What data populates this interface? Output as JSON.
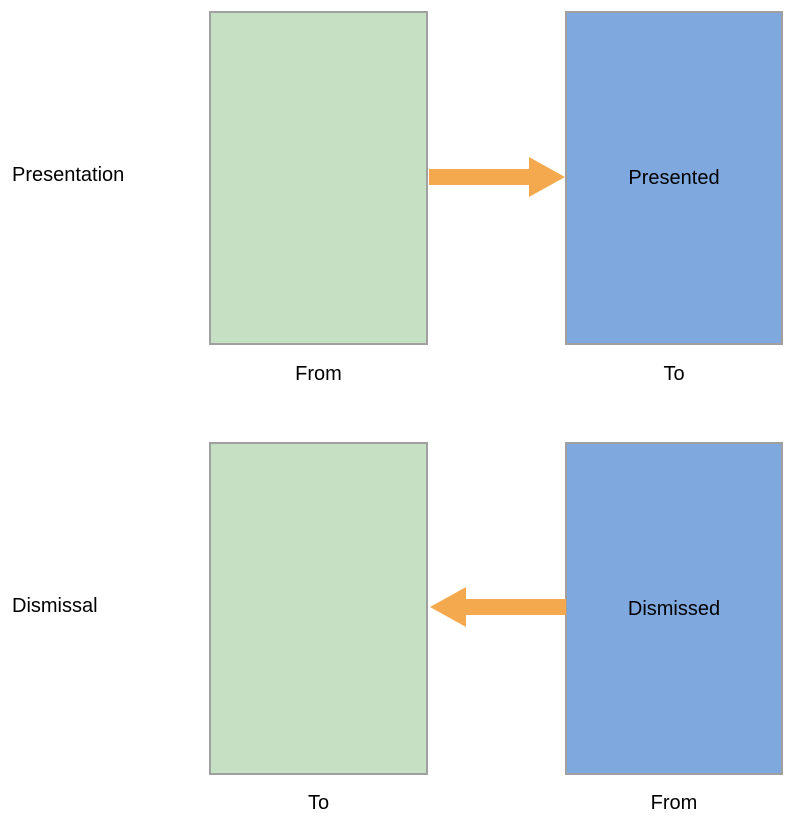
{
  "diagram": {
    "title": "",
    "background_color": "#ffffff",
    "colors": {
      "source_box_fill": "#c6e0c4",
      "target_box_fill": "#7fa9de",
      "box_border": "#a0a0a0",
      "arrow": "#f5a94e",
      "text": "#000000"
    },
    "rows": [
      {
        "id": "presentation",
        "title": "Presentation",
        "left_box": {
          "label": "",
          "caption": "From",
          "fill": "#c6e0c4",
          "role": "source"
        },
        "right_box": {
          "label": "Presented",
          "caption": "To",
          "fill": "#7fa9de",
          "role": "target"
        },
        "arrow": {
          "direction": "right",
          "color": "#f5a94e",
          "icon": "arrow-right-icon"
        }
      },
      {
        "id": "dismissal",
        "title": "Dismissal",
        "left_box": {
          "label": "",
          "caption": "To",
          "fill": "#c6e0c4",
          "role": "target"
        },
        "right_box": {
          "label": "Dismissed",
          "caption": "From",
          "fill": "#7fa9de",
          "role": "source"
        },
        "arrow": {
          "direction": "left",
          "color": "#f5a94e",
          "icon": "arrow-left-icon"
        }
      }
    ]
  }
}
